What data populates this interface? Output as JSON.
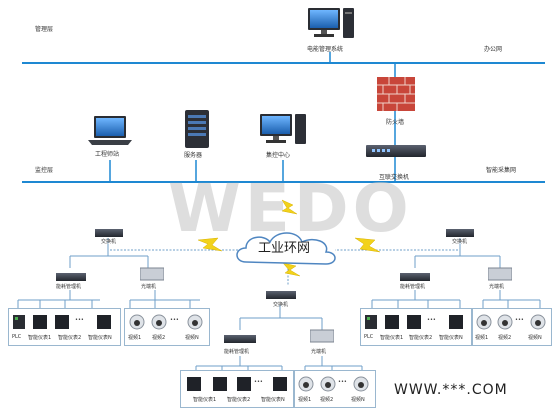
{
  "layers": {
    "management": "管理层",
    "monitoring": "监控层",
    "office_net": "办公网",
    "acquisition_net": "智能采集网"
  },
  "top": {
    "ems": "电能管理系统"
  },
  "middle": {
    "workstation": "工程师站",
    "server": "服务器",
    "control_center": "集控中心",
    "firewall": "防火墙",
    "interconnect_switch": "互联交换机"
  },
  "ring": {
    "label": "工业环网",
    "watermark": "WEDO"
  },
  "left_group": {
    "switch": "交换机",
    "comm_mgr": "能耗管理机",
    "optical": "光端机",
    "plc": "PLC",
    "meter1": "智能仪表1",
    "meter2": "智能仪表2",
    "meterN": "智能仪表N",
    "cam1": "视频1",
    "cam2": "视频2",
    "camN": "视频N",
    "dots": "•••"
  },
  "center_group": {
    "switch": "交换机",
    "comm_mgr": "能耗管理机",
    "optical": "光端机",
    "meter1": "智能仪表1",
    "meter2": "智能仪表2",
    "meterN": "智能仪表N",
    "cam1": "视频1",
    "cam2": "视频2",
    "camN": "视频N",
    "dots": "•••"
  },
  "right_group": {
    "switch": "交换机",
    "comm_mgr": "能耗管理机",
    "optical": "光端机",
    "plc": "PLC",
    "meter1": "智能仪表1",
    "meter2": "智能仪表2",
    "meterN": "智能仪表N",
    "cam1": "视频1",
    "cam2": "视频2",
    "camN": "视频N",
    "dots": "•••"
  },
  "footer": {
    "url": "WWW.***.COM"
  },
  "colors": {
    "bus": "#1e88d2",
    "line": "#6f9fc8",
    "bolt": "#f2d21b",
    "card_border": "#9ab7cf"
  }
}
